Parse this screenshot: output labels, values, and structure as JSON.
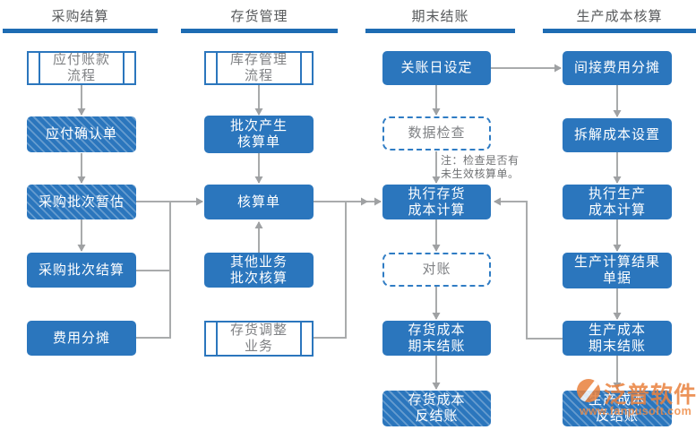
{
  "diagram": {
    "columns": [
      {
        "header": "采购结算",
        "nodes": [
          {
            "label": "应付账款\n流程",
            "type": "procref"
          },
          {
            "label": "应付确认单",
            "type": "hatched"
          },
          {
            "label": "采购批次暂估",
            "type": "hatched"
          },
          {
            "label": "采购批次结算",
            "type": "solid"
          },
          {
            "label": "费用分摊",
            "type": "solid"
          }
        ]
      },
      {
        "header": "存货管理",
        "nodes": [
          {
            "label": "库存管理\n流程",
            "type": "procref"
          },
          {
            "label": "批次产生\n核算单",
            "type": "solid"
          },
          {
            "label": "核算单",
            "type": "solid"
          },
          {
            "label": "其他业务\n批次核算",
            "type": "solid"
          },
          {
            "label": "存货调整\n业务",
            "type": "procref"
          }
        ]
      },
      {
        "header": "期末结账",
        "nodes": [
          {
            "label": "关账日设定",
            "type": "solid"
          },
          {
            "label": "数据检查",
            "type": "dashed"
          },
          {
            "label": "执行存货\n成本计算",
            "type": "solid"
          },
          {
            "label": "对账",
            "type": "dashed"
          },
          {
            "label": "存货成本\n期末结账",
            "type": "solid"
          },
          {
            "label": "存货成本\n反结账",
            "type": "hatched"
          }
        ]
      },
      {
        "header": "生产成本核算",
        "nodes": [
          {
            "label": "间接费用分摊",
            "type": "solid"
          },
          {
            "label": "拆解成本设置",
            "type": "solid"
          },
          {
            "label": "执行生产\n成本计算",
            "type": "solid"
          },
          {
            "label": "生产计算结果\n单据",
            "type": "solid"
          },
          {
            "label": "生产成本\n期末结账",
            "type": "solid"
          },
          {
            "label": "生产成本\n反结账",
            "type": "hatched"
          }
        ]
      }
    ],
    "note": "注：检查是否有\n未生效核算单。",
    "watermark": {
      "brand": "泛普软件",
      "url": "www.fanpusoft.com"
    },
    "edges": [
      {
        "from": "应付账款流程",
        "to": "应付确认单"
      },
      {
        "from": "应付确认单",
        "to": "采购批次暂估"
      },
      {
        "from": "采购批次暂估",
        "to": "采购批次结算"
      },
      {
        "from": "采购批次暂估",
        "to": "核算单"
      },
      {
        "from": "采购批次结算",
        "to": "核算单"
      },
      {
        "from": "费用分摊",
        "to": "核算单"
      },
      {
        "from": "库存管理流程",
        "to": "批次产生核算单"
      },
      {
        "from": "批次产生核算单",
        "to": "核算单"
      },
      {
        "from": "其他业务批次核算",
        "to": "核算单"
      },
      {
        "from": "核算单",
        "to": "执行存货成本计算"
      },
      {
        "from": "存货调整业务",
        "to": "执行存货成本计算"
      },
      {
        "from": "关账日设定",
        "to": "数据检查"
      },
      {
        "from": "关账日设定",
        "to": "间接费用分摊"
      },
      {
        "from": "数据检查",
        "to": "执行存货成本计算"
      },
      {
        "from": "执行存货成本计算",
        "to": "对账"
      },
      {
        "from": "对账",
        "to": "存货成本期末结账"
      },
      {
        "from": "存货成本期末结账",
        "to": "存货成本反结账"
      },
      {
        "from": "间接费用分摊",
        "to": "拆解成本设置"
      },
      {
        "from": "拆解成本设置",
        "to": "执行生产成本计算"
      },
      {
        "from": "执行生产成本计算",
        "to": "生产计算结果单据"
      },
      {
        "from": "生产计算结果单据",
        "to": "生产成本期末结账"
      },
      {
        "from": "生产成本期末结账",
        "to": "生产成本反结账"
      },
      {
        "from": "生产成本期末结账",
        "to": "执行存货成本计算"
      }
    ],
    "colors": {
      "node_blue": "#2b76bd",
      "bar_blue": "#1e6cb3",
      "connector_gray": "#a9abac",
      "watermark_orange": "#e9813d"
    }
  }
}
